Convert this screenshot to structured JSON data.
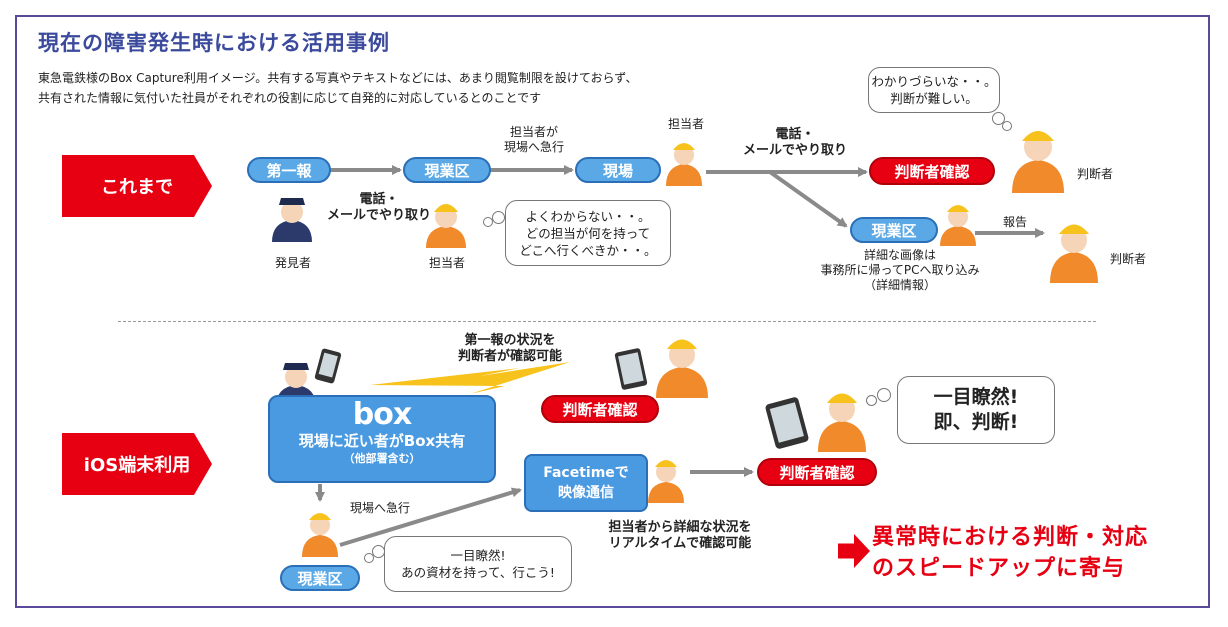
{
  "title": "現在の障害発生時における活用事例",
  "description": {
    "line1": "東急電鉄様のBox Capture利用イメージ。共有する写真やテキストなどには、あまり閲覧制限を設けておらず、",
    "line2": "共有された情報に気付いた社員がそれぞれの役割に応じて自発的に対応しているとのことです"
  },
  "before": {
    "band": "これまで",
    "node_first_report": "第一報",
    "node_site_section1": "現業区",
    "node_site": "現場",
    "node_judge_confirm": "判断者確認",
    "node_site_section2": "現業区",
    "arrow_label_rush": [
      "担当者が",
      "現場へ急行"
    ],
    "arrow_label_phone_mail1": [
      "電話・",
      "メールでやり取り"
    ],
    "arrow_label_phone_mail2": [
      "電話・",
      "メールでやり取り"
    ],
    "arrow_label_report": "報告",
    "label_finder": "発見者",
    "label_staff1": "担当者",
    "label_staff2": "担当者",
    "label_judge1": "判断者",
    "label_judge2": "判断者",
    "bubble_staff": [
      "よくわからない・・。",
      "どの担当が何を持って",
      "どこへ行くべきか・・。"
    ],
    "bubble_judge": [
      "わかりづらいな・・。",
      "判断が難しい。"
    ],
    "detail_label": [
      "詳細な画像は",
      "事務所に帰ってPCへ取り込み",
      "（詳細情報）"
    ]
  },
  "after": {
    "band": "iOS端末利用",
    "box_logo": "box",
    "box_line1": "現場に近い者がBox共有",
    "box_line2": "（他部署含む）",
    "label_first_report": [
      "第一報の状況を",
      "判断者が確認可能"
    ],
    "node_judge_confirm1": "判断者確認",
    "node_judge_confirm2": "判断者確認",
    "facetime_line1": "Facetimeで",
    "facetime_line2": "映像通信",
    "label_rush": "現場へ急行",
    "node_site_section": "現業区",
    "label_realtime": [
      "担当者から詳細な状況を",
      "リアルタイムで確認可能"
    ],
    "bubble_staff": [
      "一目瞭然!",
      "あの資材を持って、行こう!"
    ],
    "bubble_judge": [
      "一目瞭然!",
      "即、判断!"
    ]
  },
  "result": {
    "line1": "異常時における判断・対応",
    "line2": "のスピードアップに寄与"
  },
  "colors": {
    "frame": "#5b4a9a",
    "title": "#3b4a9c",
    "red": "#e60012",
    "blue_node": "#5aa9e6",
    "worker_orange": "#f08a2a",
    "helmet_yellow": "#f7c21b"
  }
}
